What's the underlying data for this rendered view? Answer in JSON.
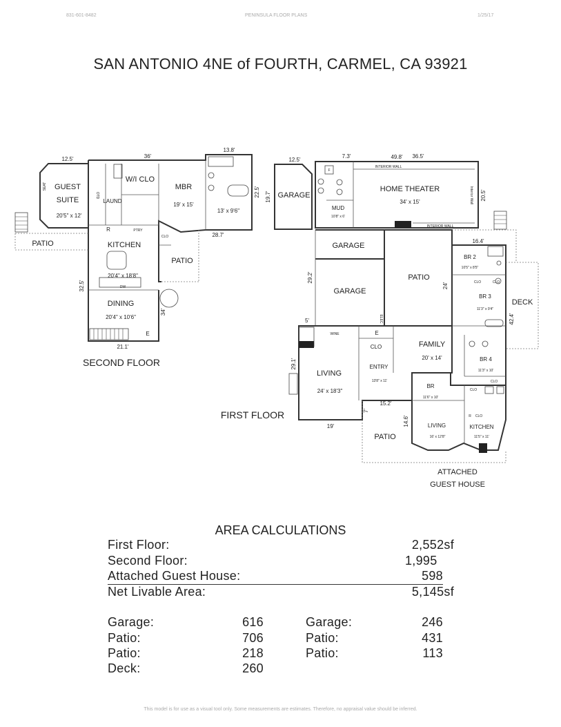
{
  "header": {
    "phone": "831-601-8482",
    "company": "PENINSULA FLOOR PLANS",
    "date": "1/25/17"
  },
  "title": "SAN ANTONIO 4NE of FOURTH, CARMEL, CA  93921",
  "second_floor": {
    "label": "SECOND FLOOR",
    "rooms": {
      "guest_suite_1": "GUEST",
      "guest_suite_2": "SUITE",
      "guest_suite_size": "20'5\" x 12'",
      "seat": "SEAT",
      "otd": "OTD",
      "laund": "LAUND",
      "wi_clo": "W/I CLO",
      "mbr": "MBR",
      "mbr_size": "19' x 15'",
      "bath_size": "13' x 9'6\"",
      "r": "R",
      "ptry": "PTRY",
      "clo": "CLO",
      "kitchen": "KITCHEN",
      "kitchen_size": "20'4\" x 18'8\"",
      "patio_right": "PATIO",
      "patio_left": "PATIO",
      "dining": "DINING",
      "dining_size": "20'4\" x 10'6\"",
      "e": "E",
      "dw": "DW"
    },
    "dims": {
      "top_left": "12.5'",
      "top_mid": "36'",
      "top_right": "13.8'",
      "right_side": "22.5'",
      "bottom_right": "28.7'",
      "left_side": "32.5'",
      "stair_side": "34'",
      "bottom": "21.1'"
    }
  },
  "first_floor": {
    "label": "FIRST FLOOR",
    "rooms": {
      "garage_left": "GARAGE",
      "garage_mid": "GARAGE",
      "garage_lower": "GARAGE",
      "home_theater": "HOME THEATER",
      "home_theater_size": "34' x 15'",
      "mud": "MUD",
      "mud_size": "10'8\" x 6'",
      "interior_wall_top": "INTERIOR WALL",
      "interior_wall_bottom": "INTERIOR WALL",
      "interior_wall_side": "Interior Wall",
      "f": "F",
      "patio_center": "PATIO",
      "br2": "BR 2",
      "br2_size": "10'5\" x 8'5\"",
      "clo_br2a": "CLO",
      "clo_br2b": "CLO",
      "br3": "BR 3",
      "br3_size": "11'3\" x 9'4\"",
      "deck": "DECK",
      "wine": "WINE",
      "e": "E",
      "elec": "ELEC",
      "clo_entry": "CLO",
      "family": "FAMILY",
      "family_size": "20' x 14'",
      "br4": "BR 4",
      "br4_size": "11'3\" x 10'",
      "clo_br4": "CLO",
      "living": "LIVING",
      "living_size": "24' x 18'3\"",
      "entry": "ENTRY",
      "entry_size": "13'8\" x 11'",
      "gh_br": "BR",
      "gh_br_size": "11'6\" x 10'",
      "gh_clo": "CLO",
      "gh_r": "R",
      "gh_clo2": "CLO",
      "gh_living": "LIVING",
      "gh_living_size": "16' x 12'8\"",
      "gh_kitchen": "KITCHEN",
      "gh_kitchen_size": "11'5\" x 11'",
      "patio_bottom": "PATIO",
      "attached_1": "ATTACHED",
      "attached_2": "GUEST HOUSE"
    },
    "dims": {
      "garage_top": "12.5'",
      "garage_side": "19.7'",
      "mud_top": "7.3'",
      "theater_top_a": "49.8'",
      "theater_top_b": "36.5'",
      "theater_side": "20.5'",
      "garage_side2": "29.2'",
      "br2_top": "16.4'",
      "br_side": "24'",
      "deck_side": "42.4'",
      "wine_side": "5'",
      "living_side": "29.1'",
      "living_bottom": "19'",
      "gh_top": "15.2'",
      "gh_step": "7'",
      "gh_side": "14.6'"
    }
  },
  "area": {
    "title": "AREA CALCULATIONS",
    "main_rows": [
      {
        "label": "First  Floor:",
        "value": "2,552sf"
      },
      {
        "label": "Second Floor:",
        "value": "1,995"
      },
      {
        "label": "Attached Guest House:",
        "value": "598"
      },
      {
        "label": "Net Livable Area:",
        "value": "5,145sf"
      }
    ],
    "left_extra": [
      {
        "label": "Garage:",
        "value": "616"
      },
      {
        "label": "Patio:",
        "value": "706"
      },
      {
        "label": "Patio:",
        "value": "218"
      },
      {
        "label": "Deck:",
        "value": "260"
      }
    ],
    "right_extra": [
      {
        "label": "Garage:",
        "value": "246"
      },
      {
        "label": "Patio:",
        "value": "431"
      },
      {
        "label": "Patio:",
        "value": "113"
      }
    ]
  },
  "footer": "This model is for use as a visual tool only.  Some measurements are estimates.  Therefore, no appraisal value should be inferred."
}
